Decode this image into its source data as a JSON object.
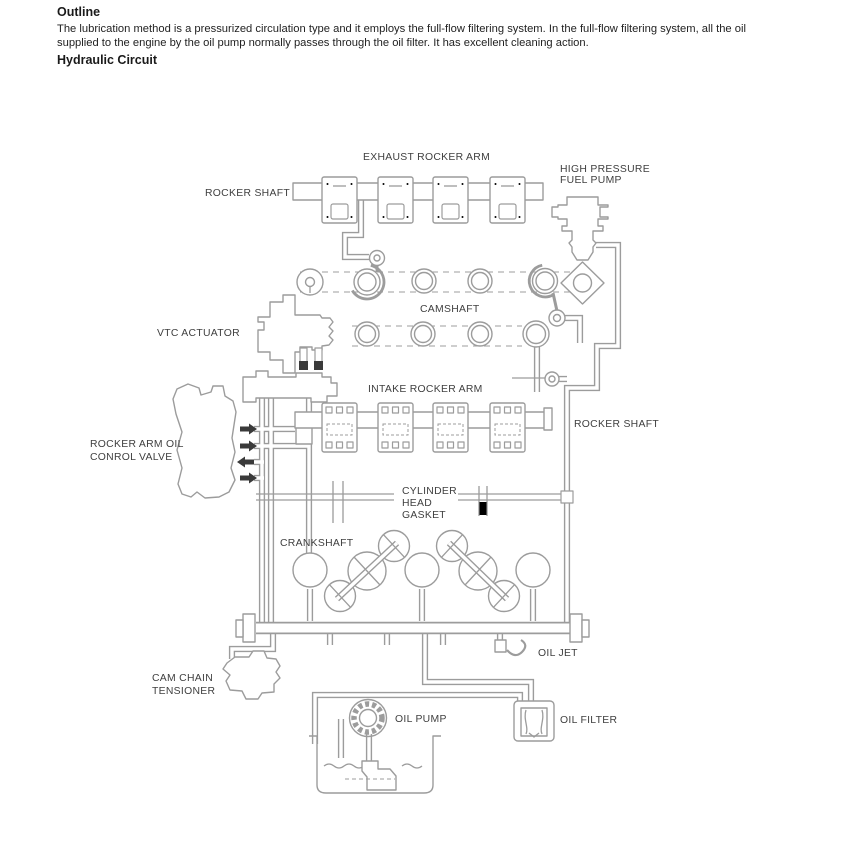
{
  "document": {
    "heading_outline": "Outline",
    "outline_paragraph": "The lubrication method is a pressurized circulation type and it employs the full-flow filtering system. In the full-flow filtering system, all the oil supplied to the engine by the oil pump normally passes through the oil filter. It has excellent cleaning action.",
    "heading_hydraulic": "Hydraulic Circuit"
  },
  "diagram": {
    "colors": {
      "line": "#9c9c9c",
      "label": "#3f3f3f",
      "dark": "#3a3a3a"
    },
    "labels": {
      "exhaust_rocker_arm": "EXHAUST ROCKER ARM",
      "rocker_shaft_left": "ROCKER SHAFT",
      "high_pressure_fuel_pump": [
        "HIGH PRESSURE",
        "FUEL PUMP"
      ],
      "camshaft": "CAMSHAFT",
      "vtc_actuator": "VTC ACTUATOR",
      "intake_rocker_arm": "INTAKE ROCKER ARM",
      "rocker_shaft_right": "ROCKER SHAFT",
      "rocker_arm_oil_control_valve": [
        "ROCKER ARM OIL",
        "CONROL VALVE"
      ],
      "cylinder_head_gasket": [
        "CYLINDER",
        "HEAD",
        "GASKET"
      ],
      "crankshaft": "CRANKSHAFT",
      "oil_jet": "OIL JET",
      "cam_chain_tensioner": [
        "CAM CHAIN",
        "TENSIONER"
      ],
      "oil_pump": "OIL PUMP",
      "oil_filter": "OIL FILTER"
    }
  }
}
